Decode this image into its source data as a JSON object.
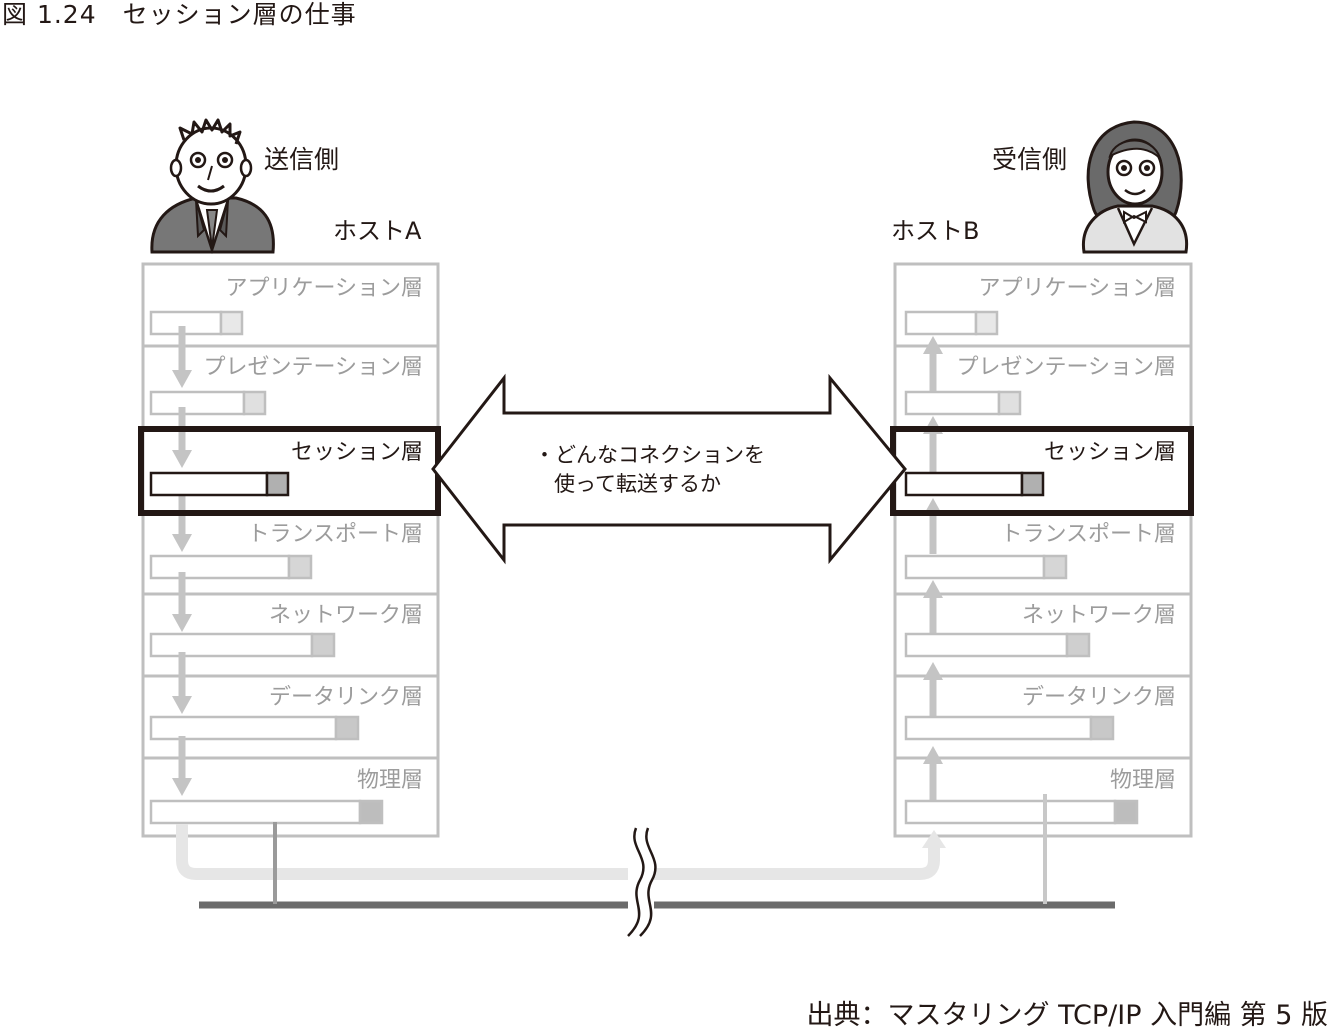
{
  "figure_title": "図 1.24　セッション層の仕事",
  "sender": {
    "role": "送信側",
    "host": "ホストA"
  },
  "receiver": {
    "role": "受信側",
    "host": "ホストB"
  },
  "layers": [
    "アプリケーション層",
    "プレゼンテーション層",
    "セッション層",
    "トランスポート層",
    "ネットワーク層",
    "データリンク層",
    "物理層"
  ],
  "highlighted_layer": "セッション層",
  "arrow_note": {
    "line1": "・どんなコネクションを",
    "line2": "使って転送するか"
  },
  "source": "出典：マスタリング TCP/IP 入門編 第 5 版",
  "colors": {
    "text": "#231815",
    "dim_text": "#9c9c9c",
    "frame": "#bfbfbf",
    "highlight": "#231815",
    "cable": "#6b6b6b",
    "flow_arrow": "#c4c4c4"
  }
}
